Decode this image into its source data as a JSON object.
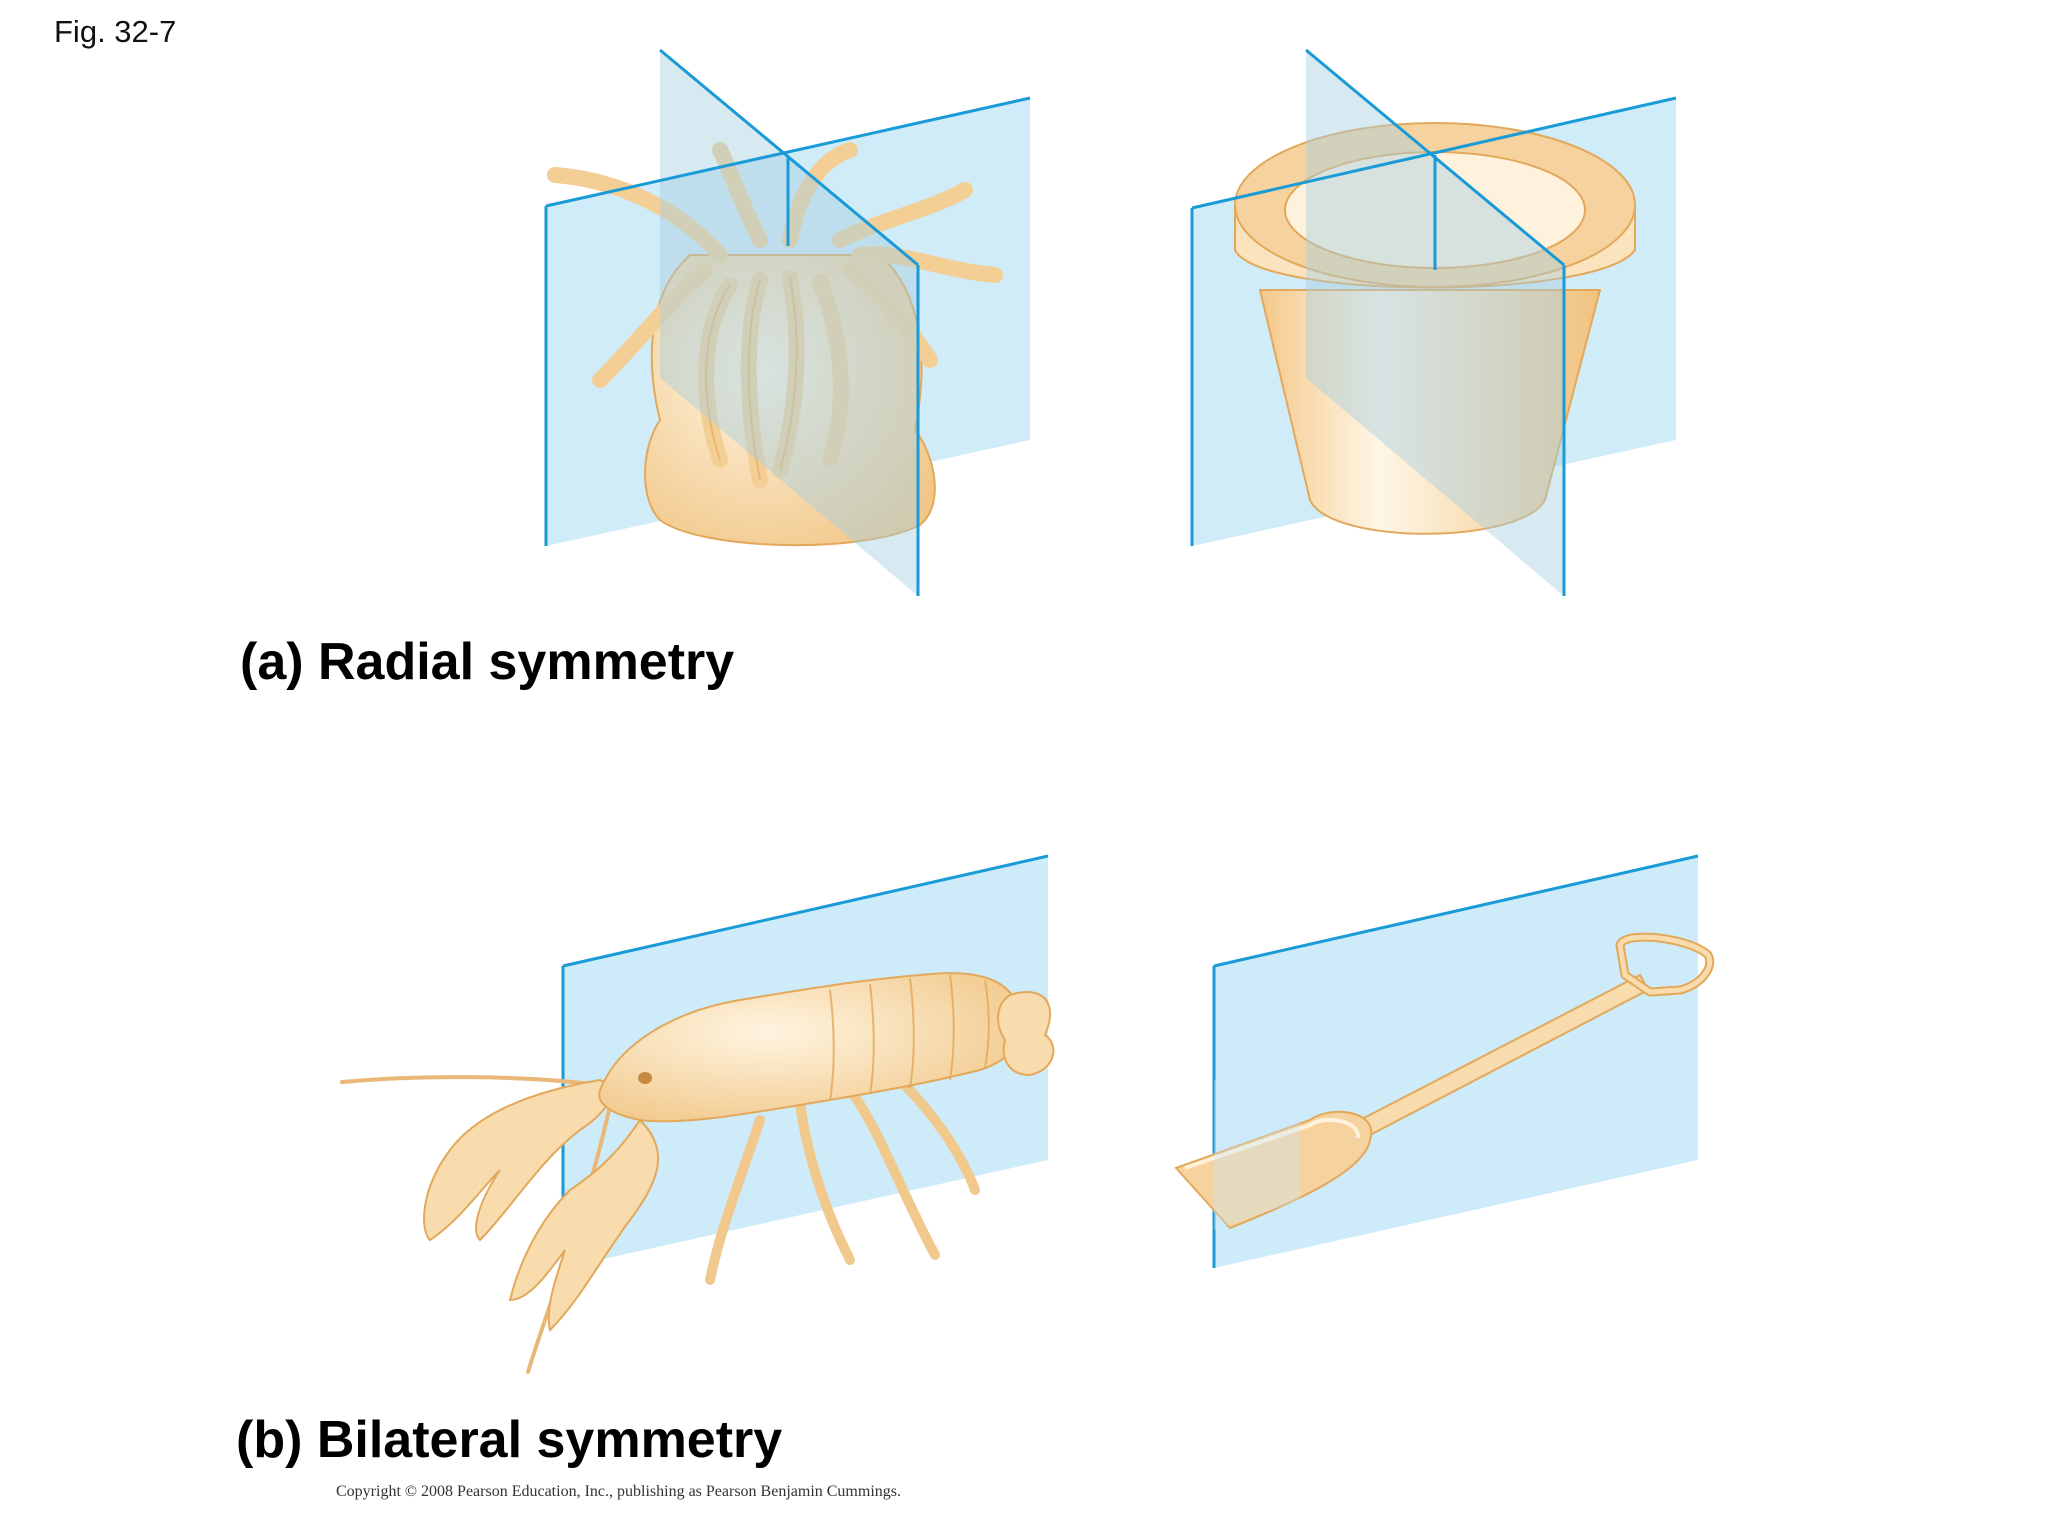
{
  "figure": {
    "label": "Fig. 32-7"
  },
  "panels": [
    {
      "caption": "(a) Radial symmetry",
      "items": [
        "sea-anemone",
        "flower-pot"
      ]
    },
    {
      "caption": "(b) Bilateral symmetry",
      "items": [
        "crayfish",
        "shovel"
      ]
    }
  ],
  "copyright": "Copyright © 2008 Pearson Education, Inc., publishing as Pearson Benjamin Cummings.",
  "colors": {
    "plane_fill": "#c9e9f8",
    "plane_edge": "#1a9ad6",
    "organism_fill": "#f8dcae",
    "organism_stroke": "#e3a85a"
  }
}
